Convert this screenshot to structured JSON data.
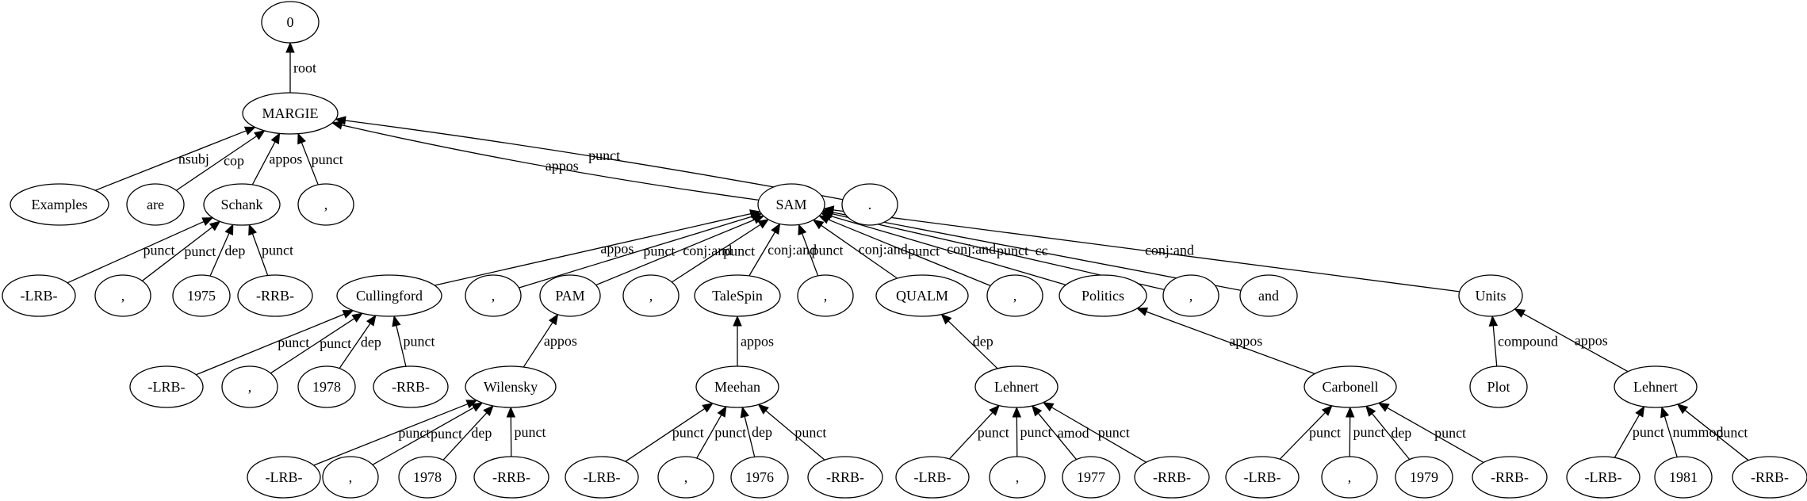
{
  "diagram": {
    "type": "dependency-tree",
    "nodes": [
      {
        "id": "n0",
        "label": "0"
      },
      {
        "id": "margie",
        "label": "MARGIE"
      },
      {
        "id": "examples",
        "label": "Examples"
      },
      {
        "id": "are",
        "label": "are"
      },
      {
        "id": "schank",
        "label": "Schank"
      },
      {
        "id": "comma1",
        "label": ","
      },
      {
        "id": "sam",
        "label": "SAM"
      },
      {
        "id": "period",
        "label": "."
      },
      {
        "id": "lrb1",
        "label": "-LRB-"
      },
      {
        "id": "comma2",
        "label": ","
      },
      {
        "id": "y1975",
        "label": "1975"
      },
      {
        "id": "rrb1",
        "label": "-RRB-"
      },
      {
        "id": "cullingford",
        "label": "Cullingford"
      },
      {
        "id": "comma3",
        "label": ","
      },
      {
        "id": "pam",
        "label": "PAM"
      },
      {
        "id": "comma4",
        "label": ","
      },
      {
        "id": "talespin",
        "label": "TaleSpin"
      },
      {
        "id": "comma5",
        "label": ","
      },
      {
        "id": "qualm",
        "label": "QUALM"
      },
      {
        "id": "comma6",
        "label": ","
      },
      {
        "id": "politics",
        "label": "Politics"
      },
      {
        "id": "comma7",
        "label": ","
      },
      {
        "id": "and",
        "label": "and"
      },
      {
        "id": "units",
        "label": "Units"
      },
      {
        "id": "lrb2",
        "label": "-LRB-"
      },
      {
        "id": "comma8",
        "label": ","
      },
      {
        "id": "y1978a",
        "label": "1978"
      },
      {
        "id": "rrb2",
        "label": "-RRB-"
      },
      {
        "id": "wilensky",
        "label": "Wilensky"
      },
      {
        "id": "meehan",
        "label": "Meehan"
      },
      {
        "id": "lehnert1",
        "label": "Lehnert"
      },
      {
        "id": "carbonell",
        "label": "Carbonell"
      },
      {
        "id": "plot",
        "label": "Plot"
      },
      {
        "id": "lehnert2",
        "label": "Lehnert"
      },
      {
        "id": "lrb3",
        "label": "-LRB-"
      },
      {
        "id": "comma9",
        "label": ","
      },
      {
        "id": "y1978b",
        "label": "1978"
      },
      {
        "id": "rrb3",
        "label": "-RRB-"
      },
      {
        "id": "lrb4",
        "label": "-LRB-"
      },
      {
        "id": "comma10",
        "label": ","
      },
      {
        "id": "y1976",
        "label": "1976"
      },
      {
        "id": "rrb4",
        "label": "-RRB-"
      },
      {
        "id": "lrb5",
        "label": "-LRB-"
      },
      {
        "id": "comma11",
        "label": ","
      },
      {
        "id": "y1977",
        "label": "1977"
      },
      {
        "id": "rrb5",
        "label": "-RRB-"
      },
      {
        "id": "lrb6",
        "label": "-LRB-"
      },
      {
        "id": "comma12",
        "label": ","
      },
      {
        "id": "y1979",
        "label": "1979"
      },
      {
        "id": "rrb6",
        "label": "-RRB-"
      },
      {
        "id": "lrb7",
        "label": "-LRB-"
      },
      {
        "id": "y1981",
        "label": "1981"
      },
      {
        "id": "rrb7",
        "label": "-RRB-"
      }
    ],
    "edges": [
      {
        "from": "margie",
        "to": "n0",
        "label": "root"
      },
      {
        "from": "examples",
        "to": "margie",
        "label": "nsubj"
      },
      {
        "from": "are",
        "to": "margie",
        "label": "cop"
      },
      {
        "from": "schank",
        "to": "margie",
        "label": "appos"
      },
      {
        "from": "comma1",
        "to": "margie",
        "label": "punct"
      },
      {
        "from": "sam",
        "to": "margie",
        "label": "appos"
      },
      {
        "from": "period",
        "to": "margie",
        "label": "punct"
      },
      {
        "from": "lrb1",
        "to": "schank",
        "label": "punct"
      },
      {
        "from": "comma2",
        "to": "schank",
        "label": "punct"
      },
      {
        "from": "y1975",
        "to": "schank",
        "label": "dep"
      },
      {
        "from": "rrb1",
        "to": "schank",
        "label": "punct"
      },
      {
        "from": "cullingford",
        "to": "sam",
        "label": "appos"
      },
      {
        "from": "comma3",
        "to": "sam",
        "label": "punct"
      },
      {
        "from": "pam",
        "to": "sam",
        "label": "conj:and"
      },
      {
        "from": "comma4",
        "to": "sam",
        "label": "punct"
      },
      {
        "from": "talespin",
        "to": "sam",
        "label": "conj:and"
      },
      {
        "from": "comma5",
        "to": "sam",
        "label": "punct"
      },
      {
        "from": "qualm",
        "to": "sam",
        "label": "conj:and"
      },
      {
        "from": "comma6",
        "to": "sam",
        "label": "punct"
      },
      {
        "from": "politics",
        "to": "sam",
        "label": "conj:and"
      },
      {
        "from": "comma7",
        "to": "sam",
        "label": "punct"
      },
      {
        "from": "and",
        "to": "sam",
        "label": "cc"
      },
      {
        "from": "units",
        "to": "sam",
        "label": "conj:and"
      },
      {
        "from": "lrb2",
        "to": "cullingford",
        "label": "punct"
      },
      {
        "from": "comma8",
        "to": "cullingford",
        "label": "punct"
      },
      {
        "from": "y1978a",
        "to": "cullingford",
        "label": "dep"
      },
      {
        "from": "rrb2",
        "to": "cullingford",
        "label": "punct"
      },
      {
        "from": "wilensky",
        "to": "pam",
        "label": "appos"
      },
      {
        "from": "meehan",
        "to": "talespin",
        "label": "appos"
      },
      {
        "from": "lehnert1",
        "to": "qualm",
        "label": "dep"
      },
      {
        "from": "carbonell",
        "to": "politics",
        "label": "appos"
      },
      {
        "from": "plot",
        "to": "units",
        "label": "compound"
      },
      {
        "from": "lehnert2",
        "to": "units",
        "label": "appos"
      },
      {
        "from": "lrb3",
        "to": "wilensky",
        "label": "punct"
      },
      {
        "from": "comma9",
        "to": "wilensky",
        "label": "punct"
      },
      {
        "from": "y1978b",
        "to": "wilensky",
        "label": "dep"
      },
      {
        "from": "rrb3",
        "to": "wilensky",
        "label": "punct"
      },
      {
        "from": "lrb4",
        "to": "meehan",
        "label": "punct"
      },
      {
        "from": "comma10",
        "to": "meehan",
        "label": "punct"
      },
      {
        "from": "y1976",
        "to": "meehan",
        "label": "dep"
      },
      {
        "from": "rrb4",
        "to": "meehan",
        "label": "punct"
      },
      {
        "from": "lrb5",
        "to": "lehnert1",
        "label": "punct"
      },
      {
        "from": "comma11",
        "to": "lehnert1",
        "label": "punct"
      },
      {
        "from": "y1977",
        "to": "lehnert1",
        "label": "amod"
      },
      {
        "from": "rrb5",
        "to": "lehnert1",
        "label": "punct"
      },
      {
        "from": "lrb6",
        "to": "carbonell",
        "label": "punct"
      },
      {
        "from": "comma12",
        "to": "carbonell",
        "label": "punct"
      },
      {
        "from": "y1979",
        "to": "carbonell",
        "label": "dep"
      },
      {
        "from": "rrb6",
        "to": "carbonell",
        "label": "punct"
      },
      {
        "from": "lrb7",
        "to": "lehnert2",
        "label": "punct"
      },
      {
        "from": "y1981",
        "to": "lehnert2",
        "label": "nummod"
      },
      {
        "from": "rrb7",
        "to": "lehnert2",
        "label": "punct"
      }
    ]
  }
}
